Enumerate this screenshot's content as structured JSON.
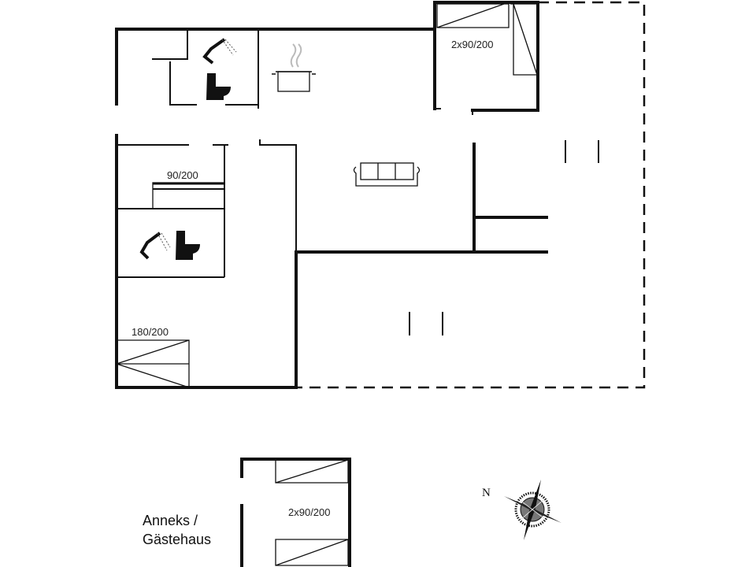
{
  "labels": {
    "bed_top_right": "2x90/200",
    "bed_single": "90/200",
    "bed_double": "180/200",
    "annex_bed": "2x90/200",
    "annex_title_line1": "Anneks /",
    "annex_title_line2": "Gästehaus",
    "compass_north": "N"
  },
  "icons": [
    "shower-icon",
    "toilet-icon",
    "cooking-pot-icon",
    "sofa-icon",
    "compass-rose-icon"
  ]
}
